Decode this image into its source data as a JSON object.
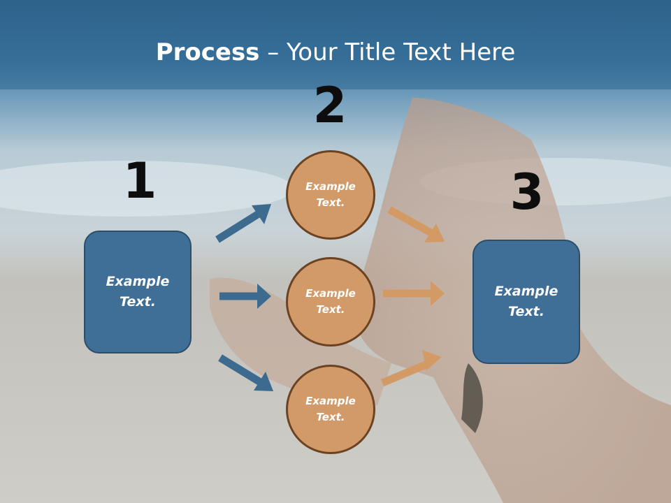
{
  "title": {
    "bold": "Process",
    "rest": " – Your Title Text Here"
  },
  "steps": {
    "one": {
      "number": "1",
      "text": "Example\nText."
    },
    "two": {
      "number": "2",
      "circles": [
        {
          "text": "Example\nText."
        },
        {
          "text": "Example\nText."
        },
        {
          "text": "Example\nText."
        }
      ]
    },
    "three": {
      "number": "3",
      "text": "Example\nText."
    }
  },
  "colors": {
    "header_bar": "#2f6690",
    "box_fill": "#3f6f96",
    "circle_fill": "#d19a68",
    "arrow_blue": "#3d6b90",
    "arrow_orange": "#d49a66"
  },
  "icons": {
    "arrow": "arrow-right-icon"
  }
}
